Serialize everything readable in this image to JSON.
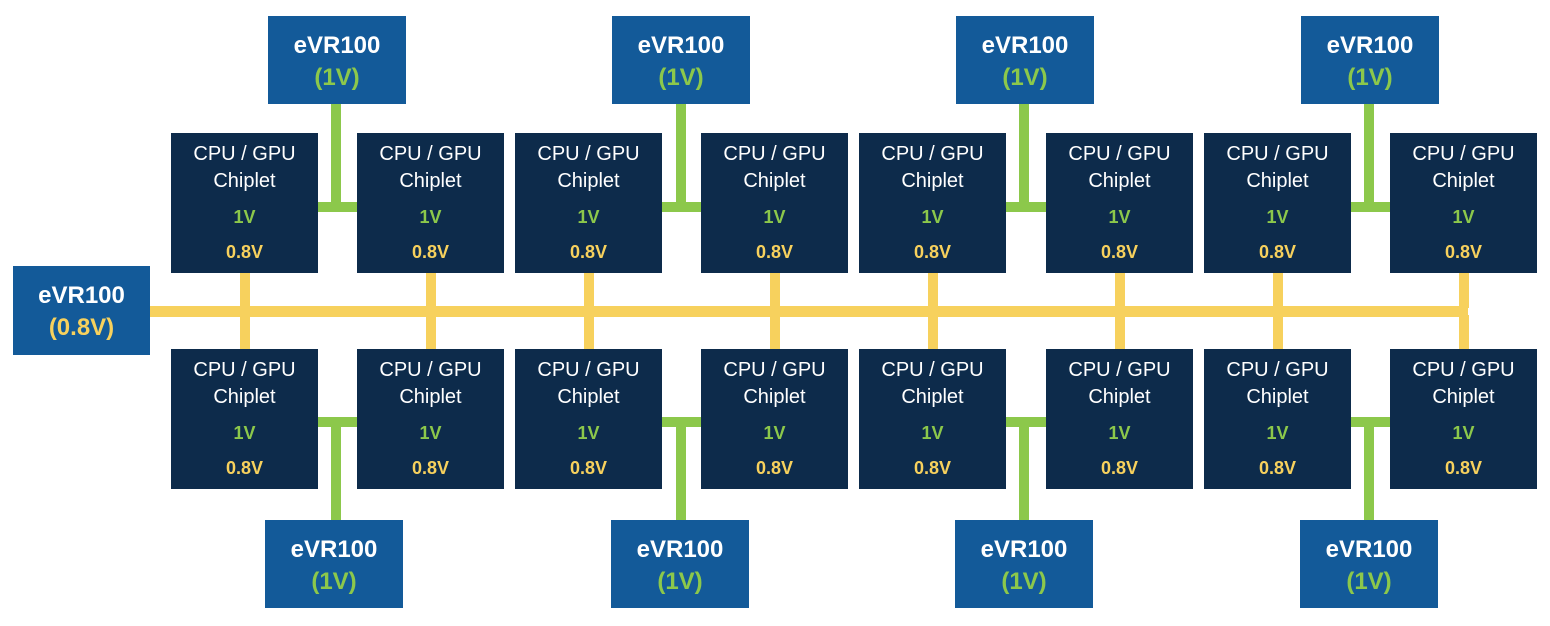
{
  "colors": {
    "evr_fill": "#135a99",
    "chiplet_fill": "#0d2b4b",
    "rail_1v": "#8cc84b",
    "rail_0_8v": "#f7d15d",
    "text": "#ffffff"
  },
  "main_evr": {
    "name": "eVR100",
    "voltage": "(0.8V)"
  },
  "top_evrs": [
    {
      "name": "eVR100",
      "voltage": "(1V)"
    },
    {
      "name": "eVR100",
      "voltage": "(1V)"
    },
    {
      "name": "eVR100",
      "voltage": "(1V)"
    },
    {
      "name": "eVR100",
      "voltage": "(1V)"
    }
  ],
  "bottom_evrs": [
    {
      "name": "eVR100",
      "voltage": "(1V)"
    },
    {
      "name": "eVR100",
      "voltage": "(1V)"
    },
    {
      "name": "eVR100",
      "voltage": "(1V)"
    },
    {
      "name": "eVR100",
      "voltage": "(1V)"
    }
  ],
  "chiplets_top": [
    {
      "line1": "CPU / GPU",
      "line2": "Chiplet",
      "v1": "1V",
      "v2": "0.8V"
    },
    {
      "line1": "CPU / GPU",
      "line2": "Chiplet",
      "v1": "1V",
      "v2": "0.8V"
    },
    {
      "line1": "CPU / GPU",
      "line2": "Chiplet",
      "v1": "1V",
      "v2": "0.8V"
    },
    {
      "line1": "CPU / GPU",
      "line2": "Chiplet",
      "v1": "1V",
      "v2": "0.8V"
    },
    {
      "line1": "CPU / GPU",
      "line2": "Chiplet",
      "v1": "1V",
      "v2": "0.8V"
    },
    {
      "line1": "CPU / GPU",
      "line2": "Chiplet",
      "v1": "1V",
      "v2": "0.8V"
    },
    {
      "line1": "CPU / GPU",
      "line2": "Chiplet",
      "v1": "1V",
      "v2": "0.8V"
    },
    {
      "line1": "CPU / GPU",
      "line2": "Chiplet",
      "v1": "1V",
      "v2": "0.8V"
    }
  ],
  "chiplets_bottom": [
    {
      "line1": "CPU / GPU",
      "line2": "Chiplet",
      "v1": "1V",
      "v2": "0.8V"
    },
    {
      "line1": "CPU / GPU",
      "line2": "Chiplet",
      "v1": "1V",
      "v2": "0.8V"
    },
    {
      "line1": "CPU / GPU",
      "line2": "Chiplet",
      "v1": "1V",
      "v2": "0.8V"
    },
    {
      "line1": "CPU / GPU",
      "line2": "Chiplet",
      "v1": "1V",
      "v2": "0.8V"
    },
    {
      "line1": "CPU / GPU",
      "line2": "Chiplet",
      "v1": "1V",
      "v2": "0.8V"
    },
    {
      "line1": "CPU / GPU",
      "line2": "Chiplet",
      "v1": "1V",
      "v2": "0.8V"
    },
    {
      "line1": "CPU / GPU",
      "line2": "Chiplet",
      "v1": "1V",
      "v2": "0.8V"
    },
    {
      "line1": "CPU / GPU",
      "line2": "Chiplet",
      "v1": "1V",
      "v2": "0.8V"
    }
  ]
}
